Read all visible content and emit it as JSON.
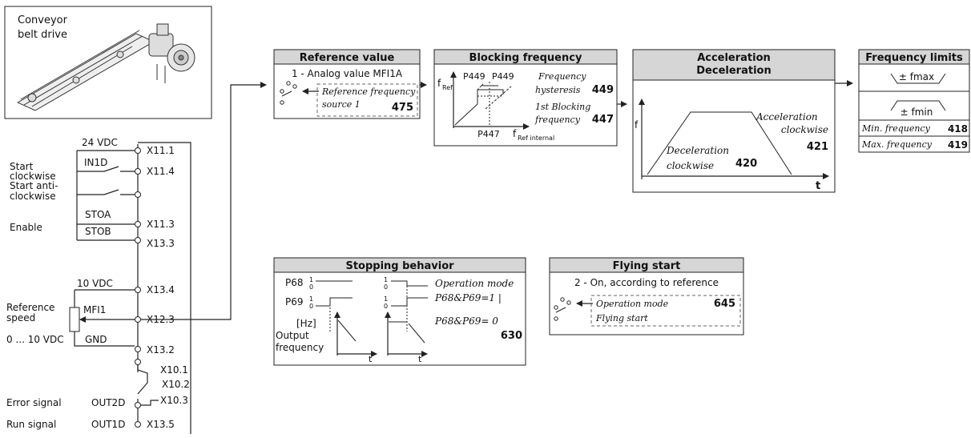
{
  "conveyor": {
    "label_line1": "Conveyor",
    "label_line2": "belt drive"
  },
  "terminals": {
    "v24": "24 VDC",
    "x11_1": "X11.1",
    "in1d": "IN1D",
    "x11_4": "X11.4",
    "start_cw_1": "Start",
    "start_cw_2": "clockwise",
    "start_acw_1": "Start anti-",
    "start_acw_2": "clockwise",
    "stoa": "STOA",
    "x11_3": "X11.3",
    "enable": "Enable",
    "stob": "STOB",
    "x13_3": "X13.3",
    "v10": "10 VDC",
    "x13_4": "X13.4",
    "ref_speed_1": "Reference",
    "ref_speed_2": "speed",
    "mfi1": "MFI1",
    "x12_3": "X12.3",
    "range": "0 ... 10 VDC",
    "gnd": "GND",
    "x13_2": "X13.2",
    "x10_1": "X10.1",
    "x10_2": "X10.2",
    "x10_3": "X10.3",
    "error_signal": "Error signal",
    "out2d": "OUT2D",
    "run_signal": "Run signal",
    "out1d": "OUT1D",
    "x13_5": "X13.5"
  },
  "reference_value": {
    "title": "Reference value",
    "subtitle": "1 - Analog value MFI1A",
    "source_line1": "Reference frequency",
    "source_line2": "source 1",
    "param": "475"
  },
  "blocking_frequency": {
    "title": "Blocking frequency",
    "f_ref": "f",
    "f_ref_sub": "Ref",
    "p449a": "P449",
    "p449b": "P449",
    "p447": "P447",
    "f_int": "f",
    "f_int_sub": "Ref internal",
    "hyst_line1": "Frequency",
    "hyst_line2": "hysteresis",
    "hyst_param": "449",
    "block_line1": "1st Blocking",
    "block_line2": "frequency",
    "block_param": "447"
  },
  "acceleration": {
    "title_line1": "Acceleration",
    "title_line2": "Deceleration",
    "axis_f": "f",
    "axis_t": "t",
    "acc_line1": "Acceleration",
    "acc_line2": "clockwise",
    "acc_param": "421",
    "dec_line1": "Deceleration",
    "dec_line2": "clockwise",
    "dec_param": "420"
  },
  "frequency_limits": {
    "title": "Frequency limits",
    "fmax": "± fmax",
    "fmin": "± fmin",
    "min_label": "Min. frequency",
    "min_param": "418",
    "max_label": "Max. frequency",
    "max_param": "419"
  },
  "stopping": {
    "title": "Stopping behavior",
    "p68": "P68",
    "p69": "P69",
    "one_a": "1",
    "zero_a": "0",
    "one_b": "1",
    "zero_b": "0",
    "one_c": "1",
    "zero_c": "0",
    "one_d": "1",
    "zero_d": "0",
    "hz": "[Hz]",
    "out_line1": "Output",
    "out_line2": "frequency",
    "t1": "t",
    "t2": "t",
    "mode_line1": "Operation mode",
    "mode_line2": "P68&P69=1 |",
    "mode_line3": "P68&P69= 0",
    "param": "630"
  },
  "flying_start": {
    "title": "Flying start",
    "subtitle": "2 - On, according to reference",
    "mode_label": "Operation mode",
    "param": "645",
    "mode_value": "Flying start"
  }
}
